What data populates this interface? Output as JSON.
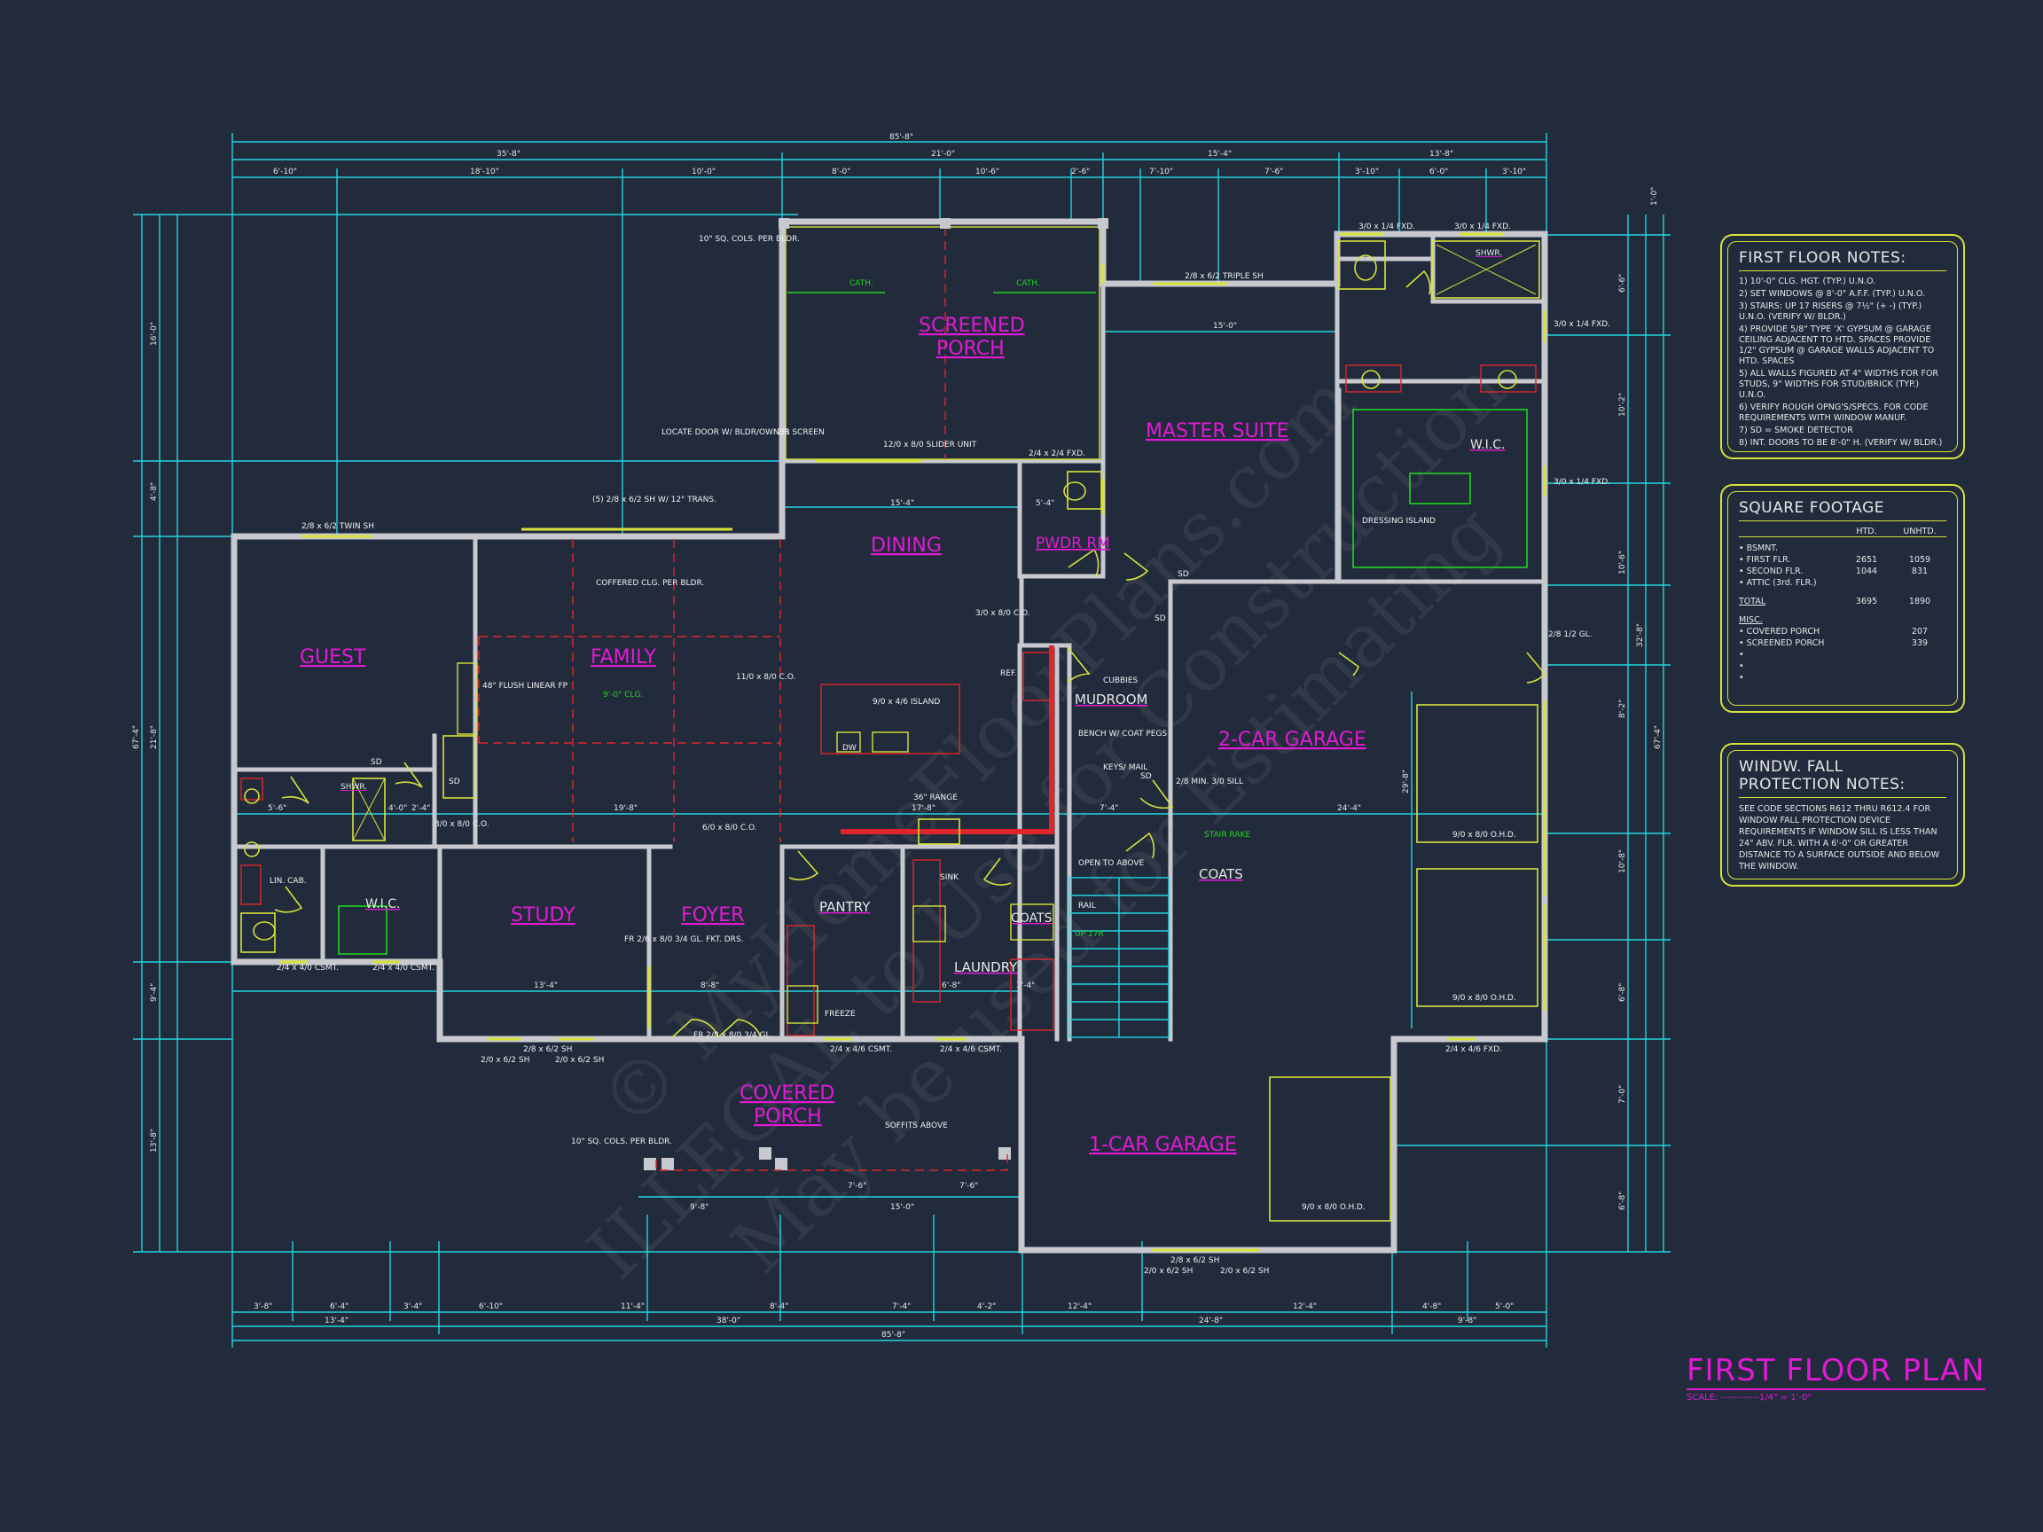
{
  "drawing": {
    "title": "FIRST FLOOR PLAN",
    "scale": "SCALE: ------------1/4\" = 1'-0\"",
    "watermark": [
      "© MyHomeFloorPlans.com",
      "ILLEGAL to Use for Construction",
      "May be used for Estimating"
    ]
  },
  "colors": {
    "background": "#222b3c",
    "dimension": "#1fd6e0",
    "room_label": "#e21ad4",
    "wall": "#c7c9cf",
    "window_door": "#d7e23a",
    "fixture": "#e0262a",
    "green_note": "#21d421"
  },
  "rooms": {
    "screened_porch_1": "SCREENED",
    "screened_porch_2": "PORCH",
    "master_suite": "MASTER SUITE",
    "dining": "DINING",
    "guest": "GUEST",
    "family": "FAMILY",
    "pwdr": "PWDR RM",
    "mudroom": "MUDROOM",
    "garage2": "2-CAR GARAGE",
    "study": "STUDY",
    "foyer": "FOYER",
    "pantry": "PANTRY",
    "laundry": "LAUNDRY",
    "coats_small": "COATS",
    "coats": "COATS",
    "covered_porch_1": "COVERED",
    "covered_porch_2": "PORCH",
    "garage1": "1-CAR GARAGE",
    "wic_master": "W.I.C.",
    "wic_guest": "W.I.C.",
    "shwr_master": "SHWR.",
    "shwr_guest": "SHWR."
  },
  "labels": {
    "cath1": "CATH.",
    "cath2": "CATH.",
    "cols_top": "10\" SQ. COLS. PER BLDR.",
    "locate_door": "LOCATE DOOR W/ BLDR/OWNER",
    "screen": "2/8 SCREEN",
    "slider": "12/0 x 8/0 SLIDER UNIT",
    "fxd_porch": "2/4 x 2/4 FXD.",
    "triple_sh": "2/8 x 6/2 TRIPLE SH",
    "fxd1": "3/0 x 1/4 FXD.",
    "fxd2": "3/0 x 1/4 FXD.",
    "fxd3": "3/0 x 1/4 FXD.",
    "fxd4": "3/0 x 1/4 FXD.",
    "dressing": "DRESSING ISLAND",
    "twin_sh": "2/8 x 6/2 TWIN SH",
    "family_win": "(5) 2/8 x 6/2 SH W/ 12\" TRANS.",
    "coffered": "COFFERED CLG. PER BLDR.",
    "clg9": "9'-0\" CLG.",
    "flush_fp": "48\" FLUSH LINEAR FP",
    "co1": "11/0 x 8/0 C.O.",
    "co2": "3/0 x 8/0 C.O.",
    "co3": "3/0 x 8/0 C.O.",
    "co4": "6/0 x 8/0 C.O.",
    "island": "9/0 x 4/6 ISLAND",
    "dw": "DW",
    "ref": "REF.",
    "range": "36\" RANGE",
    "cubbies": "CUBBIES",
    "bench": "BENCH W/ COAT PEGS",
    "keys": "KEYS/ MAIL",
    "min_sill": "2/8 MIN. 3/0 SILL",
    "stair_rake": "STAIR RAKE",
    "open_above": "OPEN TO ABOVE",
    "rail": "RAIL",
    "up": "UP 17R",
    "sink": "SINK",
    "freeze": "FREEZE",
    "french": "FR 2/6 x 8/0 3/4 GL. FKT. DRS.",
    "front_door": "FR 2/8 x 8/0 3/4 GL.",
    "lin": "LIN. CAB.",
    "ohd1": "9/0 x 8/0 O.H.D.",
    "ohd2": "9/0 x 8/0 O.H.D.",
    "ohd3": "9/0 x 8/0 O.H.D.",
    "soffits": "SOFFITS ABOVE",
    "cols_bot": "10\" SQ. COLS. PER BLDR.",
    "csmt1": "2/4 x 4/0 CSMT.",
    "csmt2": "2/4 x 4/0 CSMT.",
    "csmt3": "2/4 x 4/6 CSMT.",
    "csmt4": "2/4 x 4/6 CSMT.",
    "sh1": "2/0 x 6/2 SH",
    "sh2": "2/8 x 6/2 SH",
    "sh3": "2/0 x 6/2 SH",
    "sh4": "2/8 x 6/2 SH",
    "sh5": "2/0 x 6/2 SH",
    "sh6": "2/0 x 6/2 SH",
    "gar_fxd": "2/4 x 4/6 FXD.",
    "glass_door": "2/8 1/2 GL.",
    "sd1": "SD",
    "sd2": "SD",
    "sd3": "SD",
    "sd4": "SD",
    "sd5": "SD"
  },
  "dims_top": {
    "overall": "85'-8\"",
    "row2": [
      "35'-8\"",
      "21'-0\"",
      "15'-4\"",
      "13'-8\""
    ],
    "row3": [
      "6'-10\"",
      "18'-10\"",
      "10'-0\"",
      "8'-0\"",
      "10'-6\"",
      "2'-6\"",
      "7'-10\"",
      "7'-6\"",
      "3'-10\"",
      "6'-0\"",
      "3'-10\""
    ]
  },
  "dims_bottom": {
    "row1": [
      "3'-8\"",
      "6'-4\"",
      "3'-4\"",
      "6'-10\"",
      "11'-4\"",
      "8'-4\"",
      "7'-4\"",
      "4'-2\"",
      "12'-4\"",
      "12'-4\"",
      "4'-8\"",
      "5'-0\""
    ],
    "row2": [
      "13'-4\"",
      "38'-0\"",
      "24'-8\"",
      "9'-8\""
    ],
    "overall": "85'-8\""
  },
  "dims_left": {
    "a": "16'-0\"",
    "b": "4'-8\"",
    "c": "21'-8\"",
    "d": "67'-4\"",
    "e": "9'-4\"",
    "f": "13'-8\""
  },
  "dims_right": {
    "a": "1'-0\"",
    "b": "6'-6\"",
    "c": "10'-2\"",
    "d": "10'-6\"",
    "e": "32'-8\"",
    "f": "8'-2\"",
    "g": "10'-8\"",
    "h": "6'-8\"",
    "i": "67'-4\"",
    "j": "7'-0\"",
    "k": "6'-8\""
  },
  "dims_interior": {
    "d15_0": "15'-0\"",
    "d15_4": "15'-4\"",
    "d5_4": "5'-4\"",
    "d17_8": "17'-8\"",
    "d19_8": "19'-8\"",
    "d24_4": "24'-4\"",
    "d5_6": "5'-6\"",
    "d4_0": "4'-0\"",
    "d2_4": "2'-4\"",
    "d13_4": "13'-4\"",
    "d8_8": "8'-8\"",
    "d6_8": "6'-8\"",
    "d3_4": "3'-4\"",
    "d9_8": "9'-8\"",
    "d15_0b": "15'-0\"",
    "d7_6a": "7'-6\"",
    "d7_6b": "7'-6\"",
    "d7_4": "7'-4\"",
    "d29_8": "29'-8\""
  },
  "notes": {
    "title": "FIRST FLOOR NOTES:",
    "items": [
      "1) 10'-0\" CLG. HGT. (TYP.) U.N.O.",
      "2) SET WINDOWS @ 8'-0\" A.F.F. (TYP.) U.N.O.",
      "3) STAIRS: UP 17 RISERS @ 7½\" (+ -) (TYP.) U.N.O. (VERIFY W/ BLDR.)",
      "4) PROVIDE 5/8\" TYPE 'X' GYPSUM @ GARAGE CEILING ADJACENT TO HTD. SPACES PROVIDE 1/2\" GYPSUM @ GARAGE WALLS ADJACENT TO HTD. SPACES",
      "5) ALL WALLS FIGURED AT 4\" WIDTHS FOR FOR STUDS, 9\" WIDTHS FOR STUD/BRICK (TYP.) U.N.O.",
      "6) VERIFY ROUGH OPNG'S/SPECS. FOR CODE REQUIREMENTS WITH WINDOW MANUF.",
      "7) SD = SMOKE DETECTOR",
      "8) INT. DOORS TO BE 8'-0\" H. (VERIFY W/ BLDR.)"
    ]
  },
  "square_footage": {
    "title": "SQUARE FOOTAGE",
    "col_htd": "HTD.",
    "col_unhtd": "UNHTD.",
    "rows": [
      {
        "name": "• BSMNT.",
        "htd": "",
        "unhtd": ""
      },
      {
        "name": "• FIRST FLR.",
        "htd": "2651",
        "unhtd": "1059"
      },
      {
        "name": "• SECOND FLR.",
        "htd": "1044",
        "unhtd": "831"
      },
      {
        "name": "• ATTIC (3rd. FLR.)",
        "htd": "",
        "unhtd": ""
      }
    ],
    "total": {
      "name": "TOTAL",
      "htd": "3695",
      "unhtd": "1890"
    },
    "misc_title": "MISC.",
    "misc": [
      {
        "name": "• COVERED PORCH",
        "val": "207"
      },
      {
        "name": "• SCREENED PORCH",
        "val": "339"
      },
      {
        "name": "•",
        "val": ""
      },
      {
        "name": "•",
        "val": ""
      },
      {
        "name": "•",
        "val": ""
      }
    ]
  },
  "fall_protection": {
    "title": "WINDW. FALL PROTECTION NOTES:",
    "text": "SEE CODE SECTIONS R612 THRU R612.4 FOR WINDOW FALL PROTECTION DEVICE REQUIREMENTS IF WINDOW SILL IS LESS THAN 24\" ABV. FLR. WITH A 6'-0\" OR GREATER DISTANCE TO A SURFACE OUTSIDE AND BELOW THE WINDOW."
  }
}
